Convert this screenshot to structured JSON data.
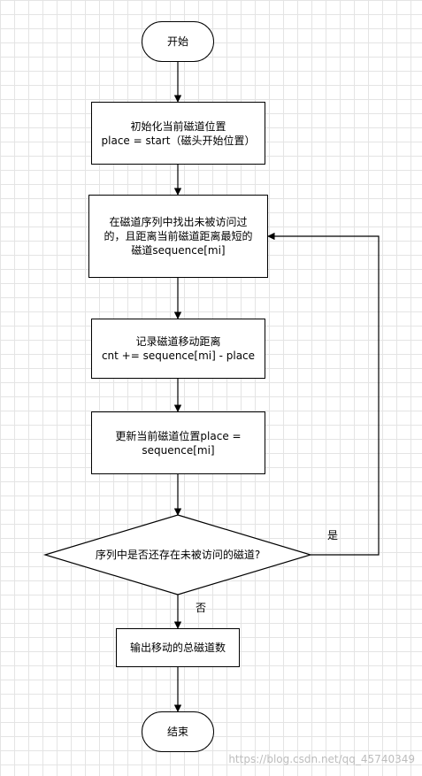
{
  "nodes": {
    "start": "开始",
    "init": "初始化当前磁道位置\nplace = start（磁头开始位置）",
    "find": "在磁道序列中找出未被访问过\n的，且距离当前磁道距离最短的\n磁道sequence[mi]",
    "record": "记录磁道移动距离\ncnt += sequence[mi] - place",
    "update": "更新当前磁道位置place =\nsequence[mi]",
    "decision": "序列中是否还存在未被访问的磁道?",
    "output": "输出移动的总磁道数",
    "end": "结束"
  },
  "edges": {
    "yes": "是",
    "no": "否"
  },
  "watermark": "https://blog.csdn.net/qq_45740349"
}
